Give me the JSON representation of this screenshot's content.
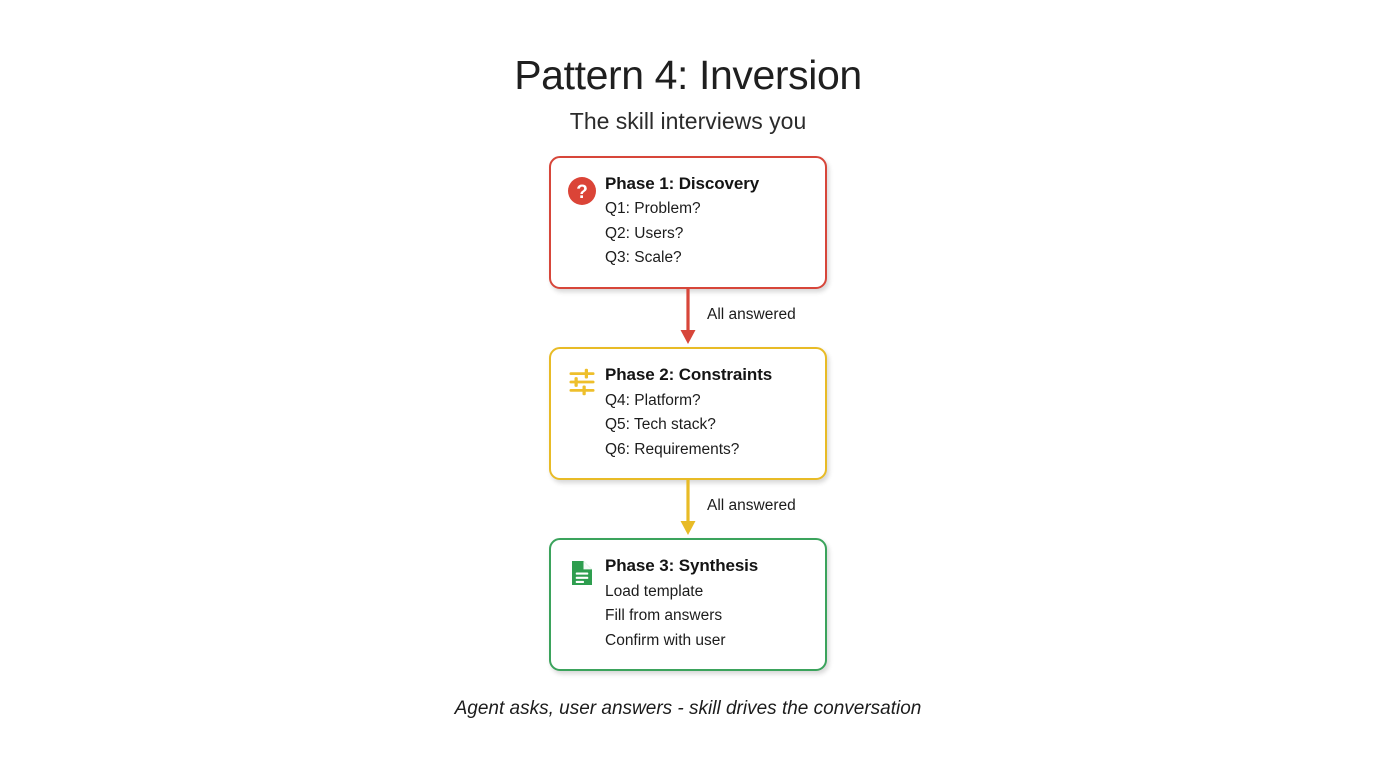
{
  "header": {
    "title": "Pattern 4: Inversion",
    "subtitle": "The skill interviews you"
  },
  "colors": {
    "red": "#d7463a",
    "yellow": "#e8bb26",
    "green": "#3ba35c",
    "background": "#ffffff",
    "text": "#1c1c1c"
  },
  "flow": {
    "phases": [
      {
        "icon": "question-mark-circle-icon",
        "color": "#d7463a",
        "title": "Phase 1: Discovery",
        "lines": [
          "Q1: Problem?",
          "Q2: Users?",
          "Q3: Scale?"
        ]
      },
      {
        "icon": "sliders-tune-icon",
        "color": "#e8bb26",
        "title": "Phase 2: Constraints",
        "lines": [
          "Q4: Platform?",
          "Q5: Tech stack?",
          "Q6: Requirements?"
        ]
      },
      {
        "icon": "document-icon",
        "color": "#3ba35c",
        "title": "Phase 3: Synthesis",
        "lines": [
          "Load template",
          "Fill from answers",
          "Confirm with user"
        ]
      }
    ],
    "connectors": [
      {
        "label": "All answered",
        "color": "#d7463a"
      },
      {
        "label": "All answered",
        "color": "#e8bb26"
      }
    ]
  },
  "footer": {
    "caption": "Agent asks, user answers - skill drives the conversation"
  }
}
